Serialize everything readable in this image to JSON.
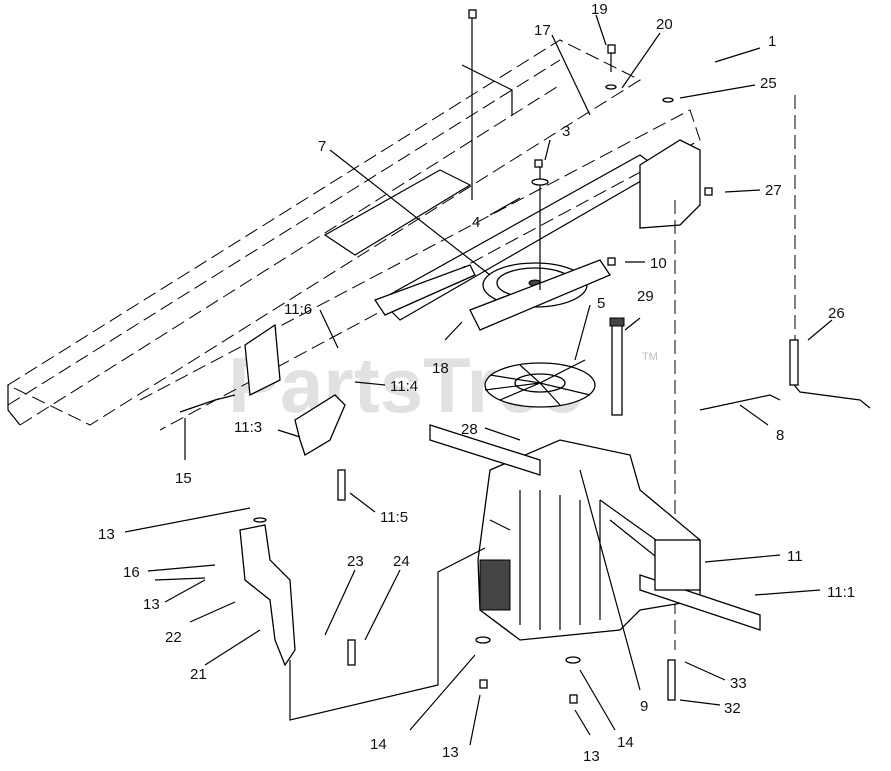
{
  "watermark": {
    "text": "PartsTree",
    "tm": "TM"
  },
  "callouts": [
    {
      "id": "c-1",
      "text": "1"
    },
    {
      "id": "c-3",
      "text": "3"
    },
    {
      "id": "c-4",
      "text": "4"
    },
    {
      "id": "c-5",
      "text": "5"
    },
    {
      "id": "c-7",
      "text": "7"
    },
    {
      "id": "c-8",
      "text": "8"
    },
    {
      "id": "c-9",
      "text": "9"
    },
    {
      "id": "c-10",
      "text": "10"
    },
    {
      "id": "c-11",
      "text": "11"
    },
    {
      "id": "c-11-1",
      "text": "11:1"
    },
    {
      "id": "c-11-3",
      "text": "11:3"
    },
    {
      "id": "c-11-4",
      "text": "11:4"
    },
    {
      "id": "c-11-5",
      "text": "11:5"
    },
    {
      "id": "c-11-6",
      "text": "11:6"
    },
    {
      "id": "c-13a",
      "text": "13"
    },
    {
      "id": "c-13b",
      "text": "13"
    },
    {
      "id": "c-13c",
      "text": "13"
    },
    {
      "id": "c-13d",
      "text": "13"
    },
    {
      "id": "c-14a",
      "text": "14"
    },
    {
      "id": "c-14b",
      "text": "14"
    },
    {
      "id": "c-15",
      "text": "15"
    },
    {
      "id": "c-16",
      "text": "16"
    },
    {
      "id": "c-17",
      "text": "17"
    },
    {
      "id": "c-18",
      "text": "18"
    },
    {
      "id": "c-19",
      "text": "19"
    },
    {
      "id": "c-20",
      "text": "20"
    },
    {
      "id": "c-21",
      "text": "21"
    },
    {
      "id": "c-22",
      "text": "22"
    },
    {
      "id": "c-23",
      "text": "23"
    },
    {
      "id": "c-24",
      "text": "24"
    },
    {
      "id": "c-25",
      "text": "25"
    },
    {
      "id": "c-26",
      "text": "26"
    },
    {
      "id": "c-27",
      "text": "27"
    },
    {
      "id": "c-28",
      "text": "28"
    },
    {
      "id": "c-29",
      "text": "29"
    },
    {
      "id": "c-32",
      "text": "32"
    },
    {
      "id": "c-33",
      "text": "33"
    }
  ]
}
